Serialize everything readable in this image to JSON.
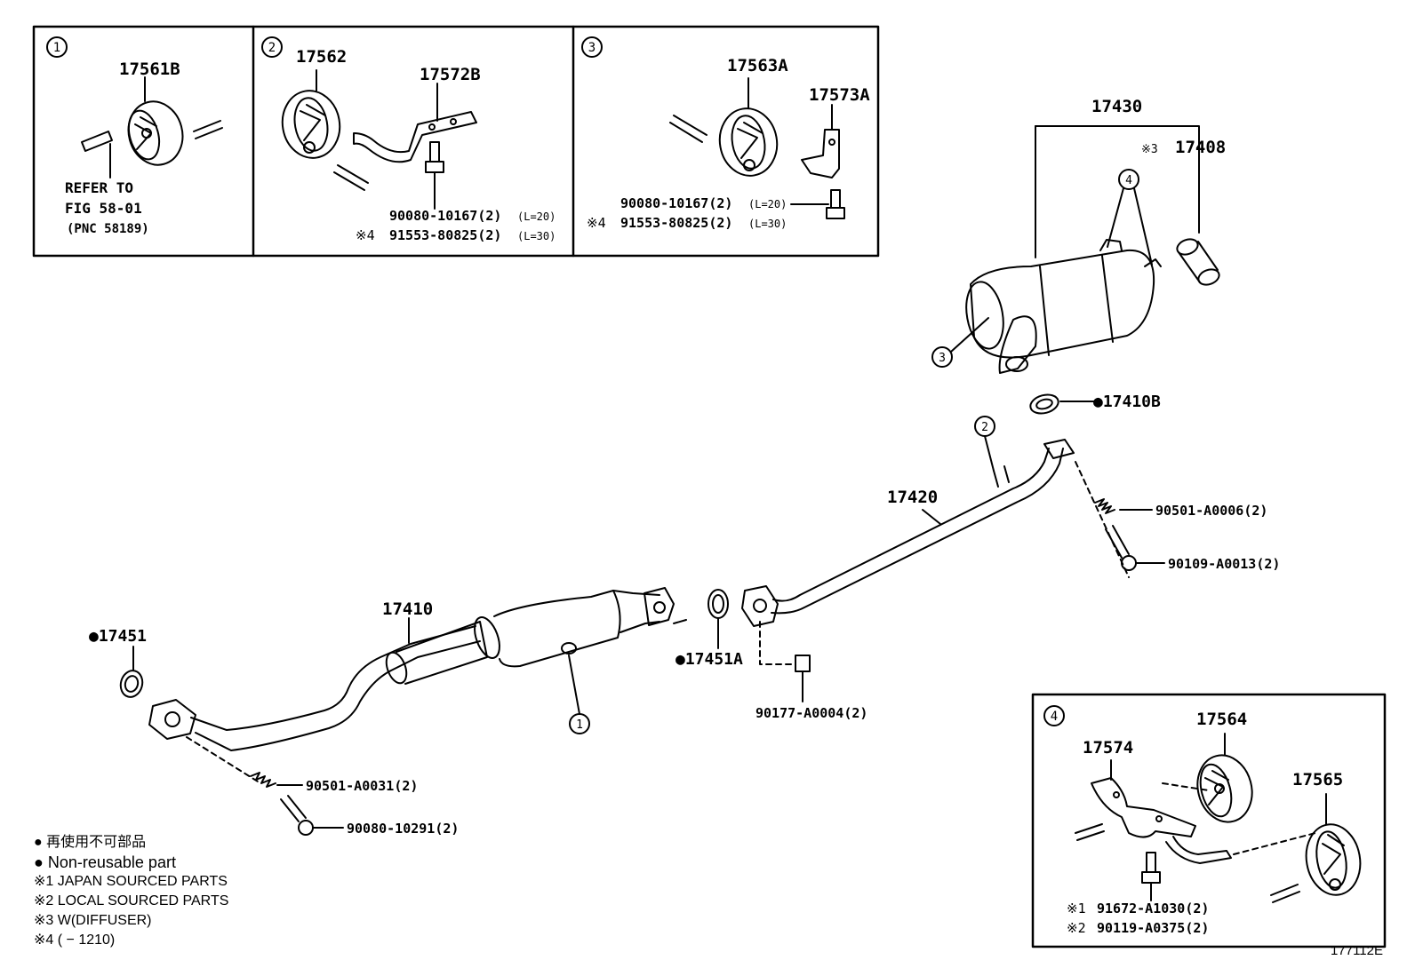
{
  "panels": {
    "p1": {
      "num": "1",
      "part": "17561B",
      "refer1": "REFER TO",
      "refer2": "FIG 58-01",
      "refer3": "(PNC 58189)"
    },
    "p2": {
      "num": "2",
      "part_a": "17562",
      "part_b": "17572B",
      "bolt1": "90080-10167(2)",
      "bolt1_len": "(L=20)",
      "bolt2_mark": "※4",
      "bolt2": "91553-80825(2)",
      "bolt2_len": "(L=30)"
    },
    "p3": {
      "num": "3",
      "part_a": "17563A",
      "part_b": "17573A",
      "bolt1": "90080-10167(2)",
      "bolt1_len": "(L=20)",
      "bolt2_mark": "※4",
      "bolt2": "91553-80825(2)",
      "bolt2_len": "(L=30)"
    },
    "p4": {
      "num": "4",
      "part_a": "17574",
      "part_b": "17564",
      "part_c": "17565",
      "bolt1_mark": "※1",
      "bolt1": "91672-A1030(2)",
      "bolt2_mark": "※2",
      "bolt2": "90119-A0375(2)"
    }
  },
  "parts": {
    "muffler": "17430",
    "diffuser_mark": "※3",
    "diffuser": "17408",
    "gasket_rear": "●17410B",
    "center_pipe": "17420",
    "spring_rear": "90501-A0006(2)",
    "bolt_rear": "90109-A0013(2)",
    "converter": "17410",
    "gasket_mid": "●17451A",
    "nut_mid": "90177-A0004(2)",
    "gasket_front": "●17451",
    "spring_front": "90501-A0031(2)",
    "bolt_front": "90080-10291(2)",
    "callout_4": "4",
    "callout_3": "3",
    "callout_2": "2",
    "callout_1": "1"
  },
  "legend": {
    "l1": "● 再使用不可部品",
    "l2": "● Non-reusable part",
    "l3": "※1 JAPAN SOURCED PARTS",
    "l4": "※2 LOCAL SOURCED PARTS",
    "l5": "※3 W(DIFFUSER)",
    "l6": "※4 (        − 1210)"
  },
  "figure_id": "177112E"
}
